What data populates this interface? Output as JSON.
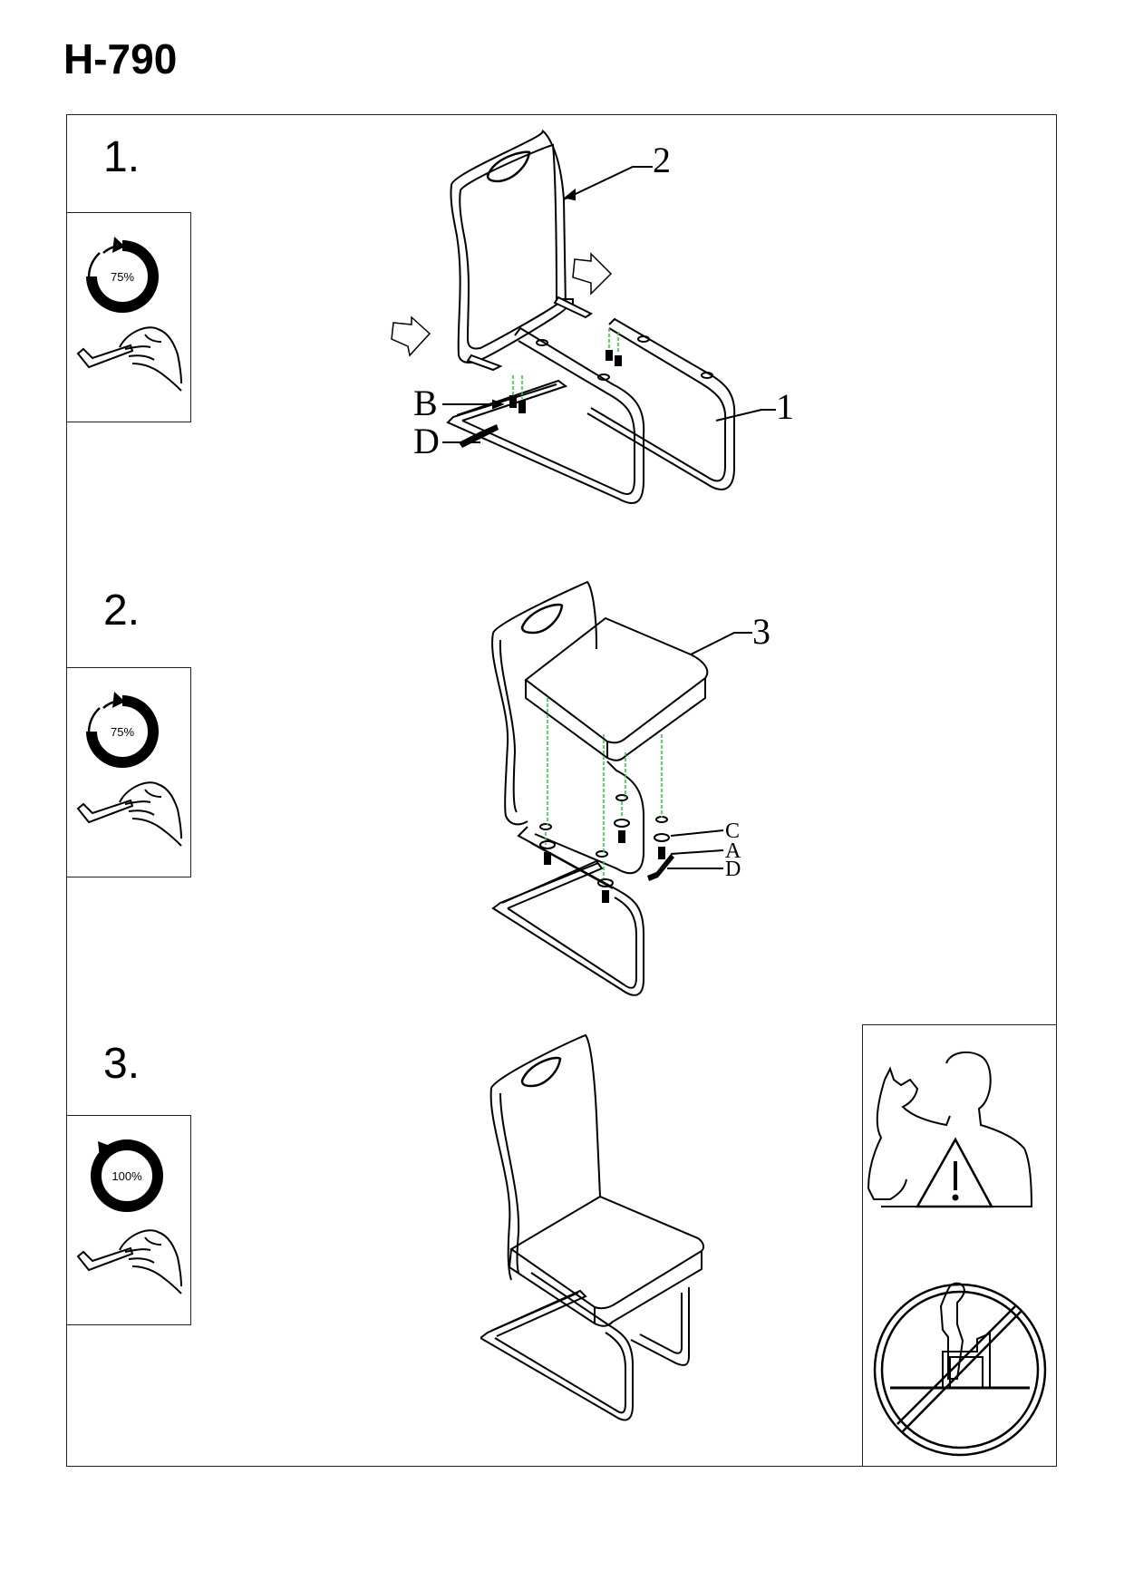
{
  "header": {
    "title": "H-790"
  },
  "steps": [
    {
      "number": "1.",
      "progress": "75%",
      "progress_value": 0.75,
      "part_labels": [
        "2",
        "1"
      ],
      "hardware_labels": [
        "B",
        "D"
      ]
    },
    {
      "number": "2.",
      "progress": "75%",
      "progress_value": 0.75,
      "part_labels": [
        "3"
      ],
      "hardware_labels": [
        "C",
        "A",
        "D"
      ]
    },
    {
      "number": "3.",
      "progress": "100%",
      "progress_value": 1.0,
      "part_labels": [],
      "hardware_labels": []
    }
  ],
  "icons": {
    "tighten": "circular-arrow-progress-icon",
    "tool": "hex-key-hand-icon",
    "warning": "person-warning-triangle-icon",
    "prohibited": "no-standing-on-chair-icon"
  },
  "colors": {
    "line": "#000000",
    "guide": "#22cc33",
    "background": "#ffffff"
  }
}
